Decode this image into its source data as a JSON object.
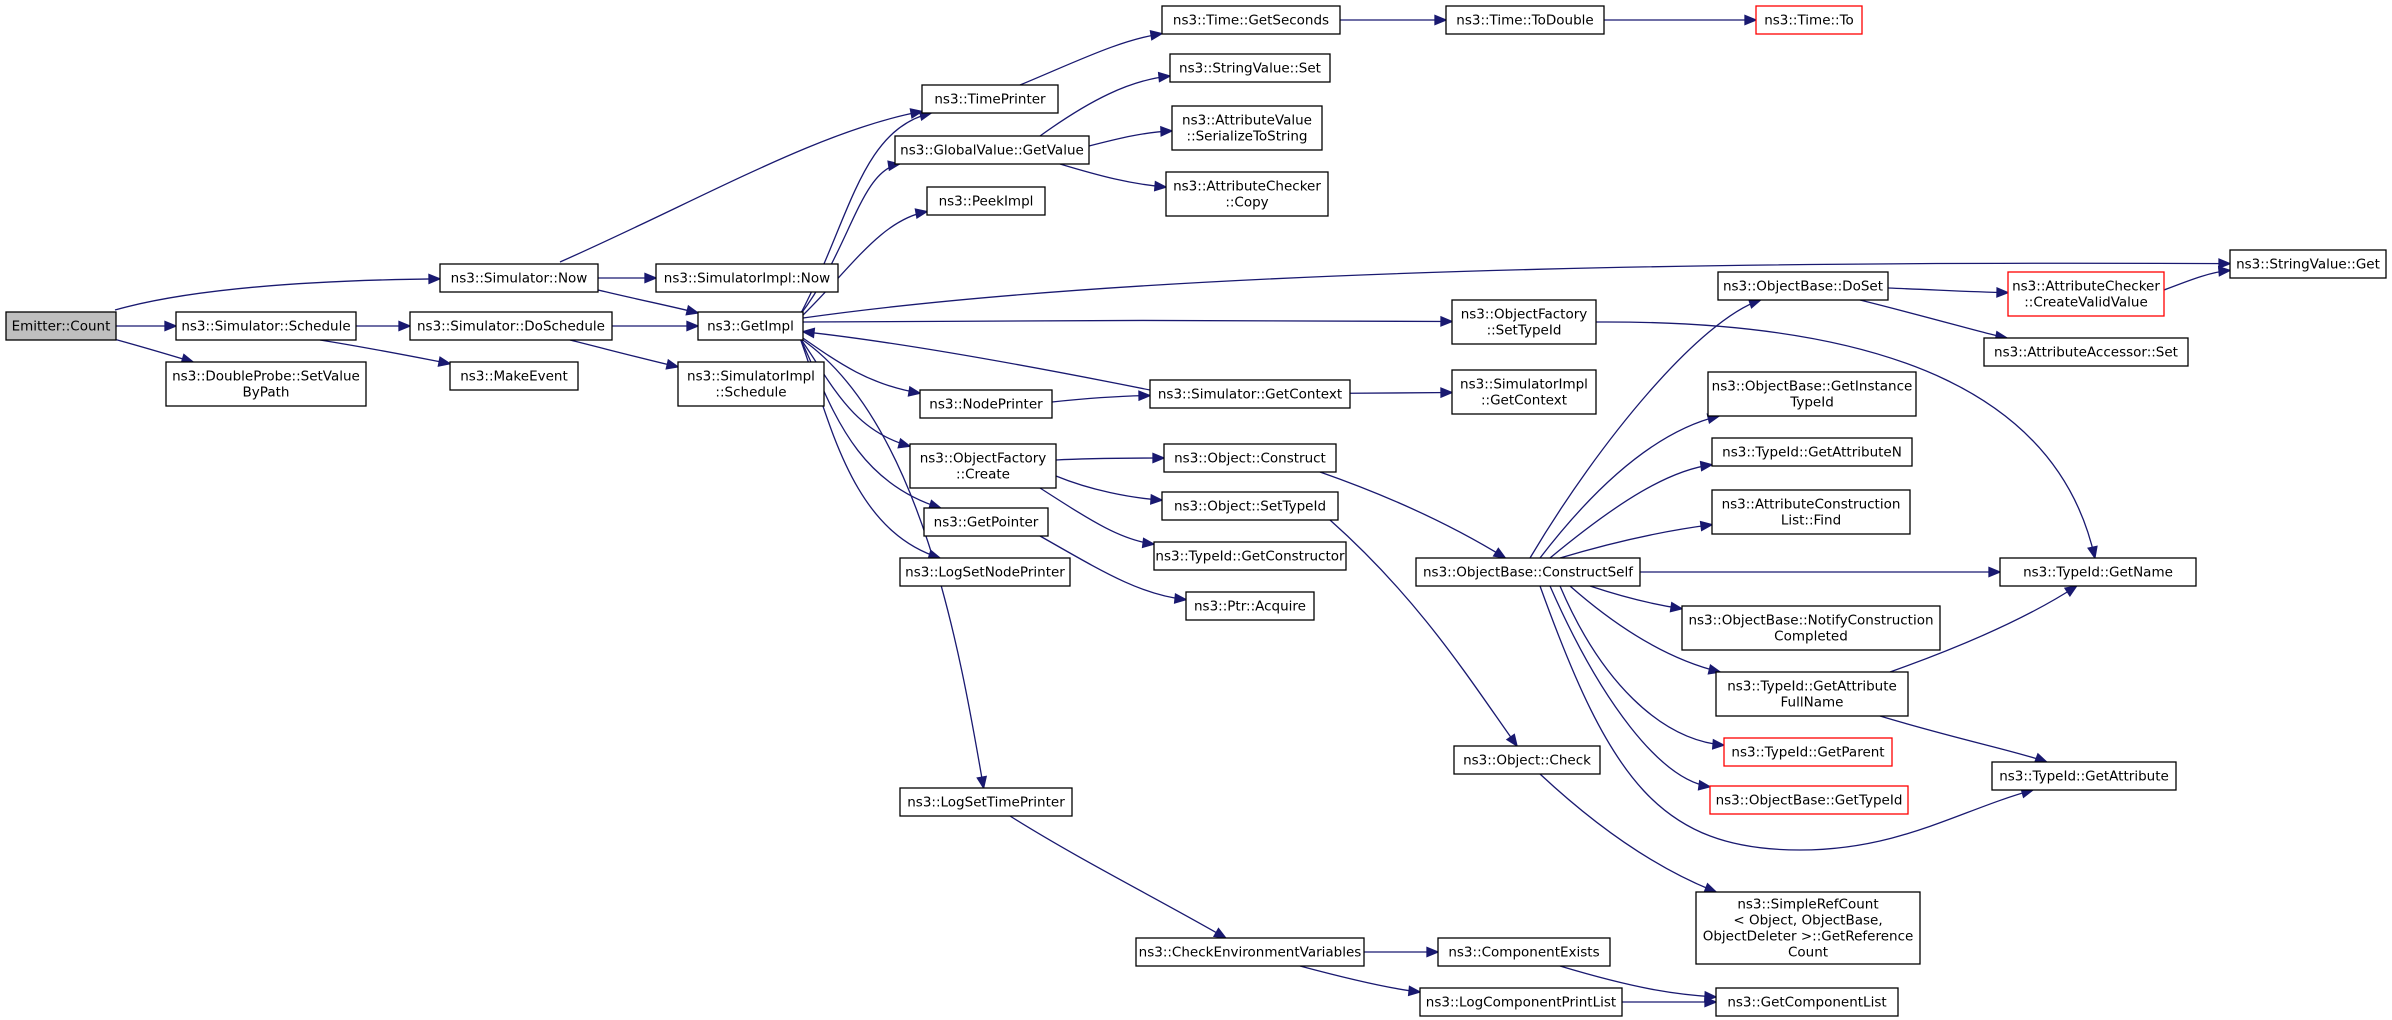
{
  "colors": {
    "edge": "#191970",
    "root_fill": "#bfbfbf",
    "ext_border": "#ff0000",
    "border": "#000000"
  },
  "nodes": [
    {
      "id": "emitter_count",
      "lines": [
        "Emitter::Count"
      ],
      "root": true
    },
    {
      "id": "sim_schedule",
      "lines": [
        "ns3::Simulator::Schedule"
      ]
    },
    {
      "id": "doubleprobe",
      "lines": [
        "ns3::DoubleProbe::SetValue",
        "ByPath"
      ]
    },
    {
      "id": "sim_now",
      "lines": [
        "ns3::Simulator::Now"
      ]
    },
    {
      "id": "sim_doschedule",
      "lines": [
        "ns3::Simulator::DoSchedule"
      ]
    },
    {
      "id": "makeevent",
      "lines": [
        "ns3::MakeEvent"
      ]
    },
    {
      "id": "simimpl_now",
      "lines": [
        "ns3::SimulatorImpl::Now"
      ]
    },
    {
      "id": "getimpl",
      "lines": [
        "ns3::GetImpl"
      ]
    },
    {
      "id": "simimpl_schedule",
      "lines": [
        "ns3::SimulatorImpl",
        "::Schedule"
      ]
    },
    {
      "id": "timeprinter",
      "lines": [
        "ns3::TimePrinter"
      ]
    },
    {
      "id": "globalvalue_getvalue",
      "lines": [
        "ns3::GlobalValue::GetValue"
      ]
    },
    {
      "id": "peekimpl",
      "lines": [
        "ns3::PeekImpl"
      ]
    },
    {
      "id": "nodeprinter",
      "lines": [
        "ns3::NodePrinter"
      ]
    },
    {
      "id": "objfactory_create",
      "lines": [
        "ns3::ObjectFactory",
        "::Create"
      ]
    },
    {
      "id": "getpointer",
      "lines": [
        "ns3::GetPointer"
      ]
    },
    {
      "id": "logsetnodeprinter",
      "lines": [
        "ns3::LogSetNodePrinter"
      ]
    },
    {
      "id": "logsettimeprinter",
      "lines": [
        "ns3::LogSetTimePrinter"
      ]
    },
    {
      "id": "time_getseconds",
      "lines": [
        "ns3::Time::GetSeconds"
      ]
    },
    {
      "id": "stringvalue_set",
      "lines": [
        "ns3::StringValue::Set"
      ]
    },
    {
      "id": "attrvalue_serialize",
      "lines": [
        "ns3::AttributeValue",
        "::SerializeToString"
      ]
    },
    {
      "id": "attrchecker_copy",
      "lines": [
        "ns3::AttributeChecker",
        "::Copy"
      ]
    },
    {
      "id": "sim_getcontext",
      "lines": [
        "ns3::Simulator::GetContext"
      ]
    },
    {
      "id": "object_construct",
      "lines": [
        "ns3::Object::Construct"
      ]
    },
    {
      "id": "object_settypeid",
      "lines": [
        "ns3::Object::SetTypeId"
      ]
    },
    {
      "id": "typeid_getconstructor",
      "lines": [
        "ns3::TypeId::GetConstructor"
      ]
    },
    {
      "id": "ptr_acquire",
      "lines": [
        "ns3::Ptr::Acquire"
      ]
    },
    {
      "id": "checkenv",
      "lines": [
        "ns3::CheckEnvironmentVariables"
      ]
    },
    {
      "id": "time_todouble",
      "lines": [
        "ns3::Time::ToDouble"
      ]
    },
    {
      "id": "objfactory_settypeid",
      "lines": [
        "ns3::ObjectFactory",
        "::SetTypeId"
      ]
    },
    {
      "id": "simimpl_getcontext",
      "lines": [
        "ns3::SimulatorImpl",
        "::GetContext"
      ]
    },
    {
      "id": "objbase_constructself",
      "lines": [
        "ns3::ObjectBase::ConstructSelf"
      ]
    },
    {
      "id": "object_check",
      "lines": [
        "ns3::Object::Check"
      ]
    },
    {
      "id": "componentexists",
      "lines": [
        "ns3::ComponentExists"
      ]
    },
    {
      "id": "logcomponentprintlist",
      "lines": [
        "ns3::LogComponentPrintList"
      ]
    },
    {
      "id": "time_to",
      "lines": [
        "ns3::Time::To"
      ],
      "ext": true
    },
    {
      "id": "objbase_doset",
      "lines": [
        "ns3::ObjectBase::DoSet"
      ]
    },
    {
      "id": "objbase_getinstancetypeid",
      "lines": [
        "ns3::ObjectBase::GetInstance",
        "TypeId"
      ]
    },
    {
      "id": "typeid_getattributen",
      "lines": [
        "ns3::TypeId::GetAttributeN"
      ]
    },
    {
      "id": "attrconstructionlist_find",
      "lines": [
        "ns3::AttributeConstruction",
        "List::Find"
      ]
    },
    {
      "id": "objbase_notifyconstruction",
      "lines": [
        "ns3::ObjectBase::NotifyConstruction",
        "Completed"
      ]
    },
    {
      "id": "typeid_getattributefullname",
      "lines": [
        "ns3::TypeId::GetAttribute",
        "FullName"
      ]
    },
    {
      "id": "typeid_getparent",
      "lines": [
        "ns3::TypeId::GetParent"
      ],
      "ext": true
    },
    {
      "id": "objbase_gettypeid",
      "lines": [
        "ns3::ObjectBase::GetTypeId"
      ],
      "ext": true
    },
    {
      "id": "simplerefcount",
      "lines": [
        "ns3::SimpleRefCount",
        "< Object, ObjectBase,",
        "ObjectDeleter >::GetReference",
        "Count"
      ]
    },
    {
      "id": "getcomponentlist",
      "lines": [
        "ns3::GetComponentList"
      ]
    },
    {
      "id": "attrchecker_createvalid",
      "lines": [
        "ns3::AttributeChecker",
        "::CreateValidValue"
      ],
      "ext": true
    },
    {
      "id": "attraccessor_set",
      "lines": [
        "ns3::AttributeAccessor::Set"
      ]
    },
    {
      "id": "stringvalue_get",
      "lines": [
        "ns3::StringValue::Get"
      ]
    },
    {
      "id": "typeid_getname",
      "lines": [
        "ns3::TypeId::GetName"
      ]
    },
    {
      "id": "typeid_getattribute",
      "lines": [
        "ns3::TypeId::GetAttribute"
      ]
    }
  ]
}
